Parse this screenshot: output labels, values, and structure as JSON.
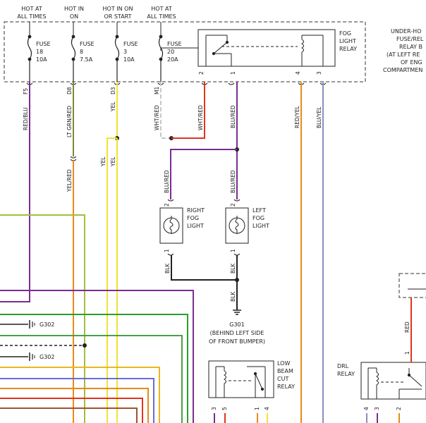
{
  "power": {
    "hot_always": [
      "HOT AT",
      "ALL TIMES"
    ],
    "hot_on": [
      "HOT IN",
      "ON"
    ],
    "hot_start": [
      "HOT IN ON",
      "OR START"
    ],
    "hot_always2": [
      "HOT AT",
      "ALL TIMES"
    ]
  },
  "fuses": [
    {
      "label": "FUSE",
      "num": "18",
      "amp": "10A"
    },
    {
      "label": "FUSE",
      "num": "8",
      "amp": "7.5A"
    },
    {
      "label": "FUSE",
      "num": "3",
      "amp": "10A"
    },
    {
      "label": "FUSE",
      "num": "20",
      "amp": "20A"
    }
  ],
  "fog_relay": [
    "FOG",
    "LIGHT",
    "RELAY"
  ],
  "relay_box": [
    "UNDER-HO",
    "FUSE/REL",
    "RELAY B",
    "(AT LEFT RE",
    "OF ENG",
    "COMPARTMEN"
  ],
  "connectors": {
    "f5": "F5",
    "d8": "D8",
    "d3": "D3",
    "m1": "M1"
  },
  "pins": {
    "p2": "2",
    "p1": "1",
    "p4": "4",
    "p3": "3"
  },
  "wires": {
    "red_blu": "RED/BLU",
    "lt_grn_red": "LT GRN/RED",
    "yel": "YEL",
    "wht_red": "WHT/RED",
    "blu_red": "BLU/RED",
    "red_yel": "RED/YEL",
    "blu_yel": "BLU/YEL",
    "yel_red": "YEL/RED",
    "blk": "BLK",
    "red": "RED"
  },
  "right_fog": [
    "RIGHT",
    "FOG",
    "LIGHT"
  ],
  "left_fog": [
    "LEFT",
    "FOG",
    "LIGHT"
  ],
  "ground": {
    "name": "G301",
    "loc1": "(BEHIND LEFT SIDE",
    "loc2": "OF FRONT BUMPER)"
  },
  "g302": "G302",
  "low_beam": [
    "LOW",
    "BEAM",
    "CUT",
    "RELAY"
  ],
  "drl": [
    "DRL",
    "RELAY"
  ]
}
